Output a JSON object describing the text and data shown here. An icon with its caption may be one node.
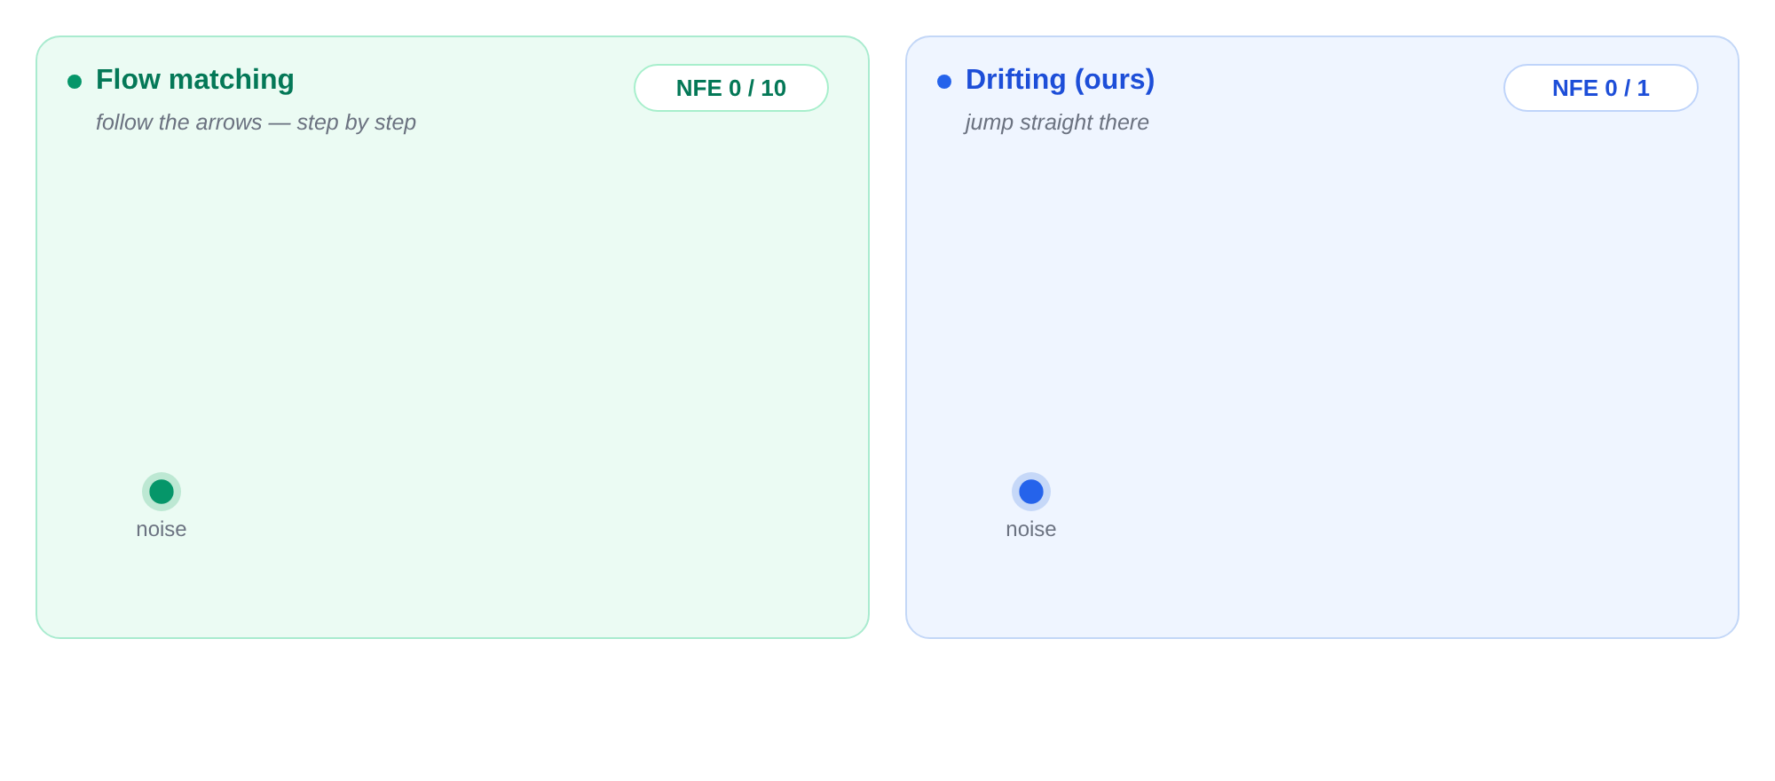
{
  "diagram": {
    "nodes": [
      {
        "text": [
          "Flow matching",
          "follow the arrows — step by step"
        ]
      },
      {
        "text": [
          "NFE 0 / 10"
        ],
        "in": 0
      },
      {
        "text": [],
        "shape": "circle",
        "beside": [
          "noise"
        ],
        "in": 0
      },
      {
        "text": [
          "Drifting (ours)",
          "jump straight there"
        ]
      },
      {
        "text": [
          "NFE 0 / 1"
        ],
        "in": 3
      },
      {
        "text": [],
        "shape": "circle",
        "beside": [
          "noise"
        ],
        "in": 3
      }
    ]
  }
}
